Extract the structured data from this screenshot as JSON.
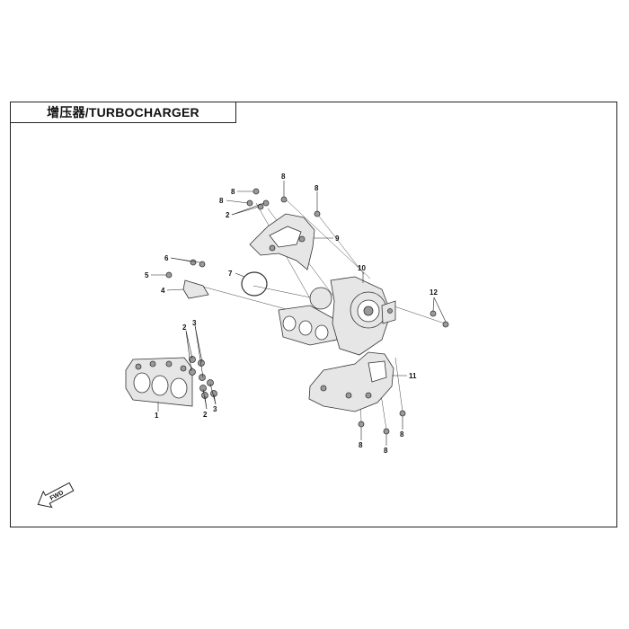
{
  "title": "增压器/TURBOCHARGER",
  "callouts": {
    "c1": "1",
    "c2a": "2",
    "c2b": "2",
    "c2c": "2",
    "c3a": "3",
    "c3b": "3",
    "c4": "4",
    "c5": "5",
    "c6": "6",
    "c7": "7",
    "c8a": "8",
    "c8b": "8",
    "c8c": "8",
    "c8d": "8",
    "c8e": "8",
    "c8f": "8",
    "c9": "9",
    "c10": "10",
    "c11": "11",
    "c12": "12"
  },
  "fwd_label": "FWD"
}
